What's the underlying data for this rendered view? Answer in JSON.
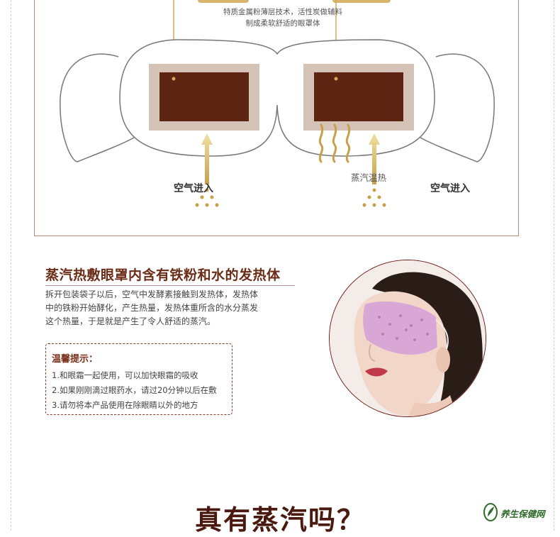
{
  "diagram": {
    "callout_line1": "特质金属粉薄层技术，活性炭做辅料",
    "callout_line2": "制成柔软舒适的眼罩体",
    "air_in_left": "空气进入",
    "steam_warm": "蒸汽温热",
    "air_in_right": "空气进入"
  },
  "content": {
    "heading": "蒸汽热敷眼罩内含有铁粉和水的发热体",
    "desc_line1": "拆开包装袋子以后，空气中发酵素接触到发热体，发热体",
    "desc_line2": "中的铁粉开始酵化，产生热量，发热体重所含的水分蒸发",
    "desc_line3": "这个热量，于是就是产生了令人舒适的蒸汽。"
  },
  "tips": {
    "title": "温馨提示：",
    "items": [
      "1.和眼霜一起使用，可以加快眼霜的吸收",
      "2.如果刚刚滴过眼药水，请过20分钟以后在敷",
      "3.请勿将本产品使用在除眼睛以外的地方"
    ]
  },
  "bottom": {
    "title": "真有蒸汽吗？"
  },
  "watermark": {
    "text": "养生保健网"
  },
  "colors": {
    "accent_brown": "#6b2d17",
    "heater_fill": "#5e2412",
    "heater_frame": "#d6c3b8",
    "gold": "#c8a24a"
  }
}
